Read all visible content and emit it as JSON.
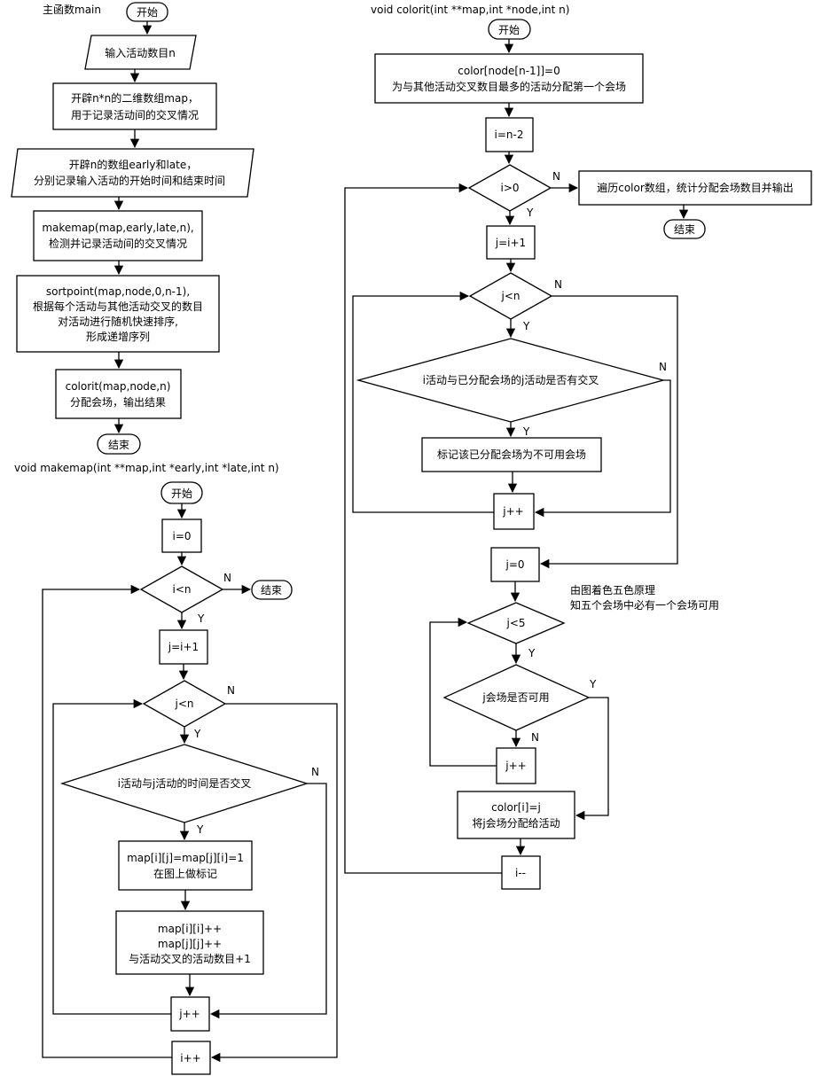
{
  "titles": {
    "main": "主函数main",
    "makemap": "void makemap(int **map,int  *early,int *late,int n)",
    "colorit": "void colorit(int **map,int *node,int n)"
  },
  "main": {
    "start": "开始",
    "input_n": "输入活动数目n",
    "alloc_map": [
      "开辟n*n的二维数组map，",
      "用于记录活动间的交叉情况"
    ],
    "alloc_arrays": [
      "开辟n的数组early和late，",
      "分别记录输入活动的开始时间和结束时间"
    ],
    "makemap_call": [
      "makemap(map,early,late,n),",
      "检测并记录活动间的交叉情况"
    ],
    "sort_call": [
      "sortpoint(map,node,0,n-1),",
      "根据每个活动与其他活动交叉的数目",
      "对活动进行随机快速排序,",
      "形成递增序列"
    ],
    "colorit_call": [
      "colorit(map,node,n)",
      "分配会场，输出结果"
    ],
    "end": "结束"
  },
  "makemap": {
    "start": "开始",
    "init_i": "i=0",
    "cond_i": "i<n",
    "end": "结束",
    "init_j": "j=i+1",
    "cond_j": "j<n",
    "cond_overlap": "i活动与j活动的时间是否交叉",
    "mark": [
      "map[i][j]=map[j][i]=1",
      "在图上做标记"
    ],
    "count": [
      "map[i][i]++",
      "map[j][j]++",
      "与活动交叉的活动数目+1"
    ],
    "inc_j": "j++",
    "inc_i": "i++"
  },
  "colorit": {
    "start": "开始",
    "init_color": [
      "color[node[n-1]]=0",
      "为与其他活动交叉数目最多的活动分配第一个会场"
    ],
    "init_i": "i=n-2",
    "cond_i": "i>0",
    "output": "遍历color数组，统计分配会场数目并输出",
    "end": "结束",
    "init_j": "j=i+1",
    "cond_j": "j<n",
    "cond_overlap": "i活动与已分配会场的j活动是否有交叉",
    "mark_unavailable": "标记该已分配会场为不可用会场",
    "inc_j": "j++",
    "reset_j": "j=0",
    "note": [
      "由图着色五色原理",
      "知五个会场中必有一个会场可用"
    ],
    "cond_j5": "j<5",
    "cond_available": "j会场是否可用",
    "inc_j2": "j++",
    "assign": [
      "color[i]=j",
      "将j会场分配给活动"
    ],
    "dec_i": "i--"
  },
  "labels": {
    "yes": "Y",
    "no": "N"
  }
}
